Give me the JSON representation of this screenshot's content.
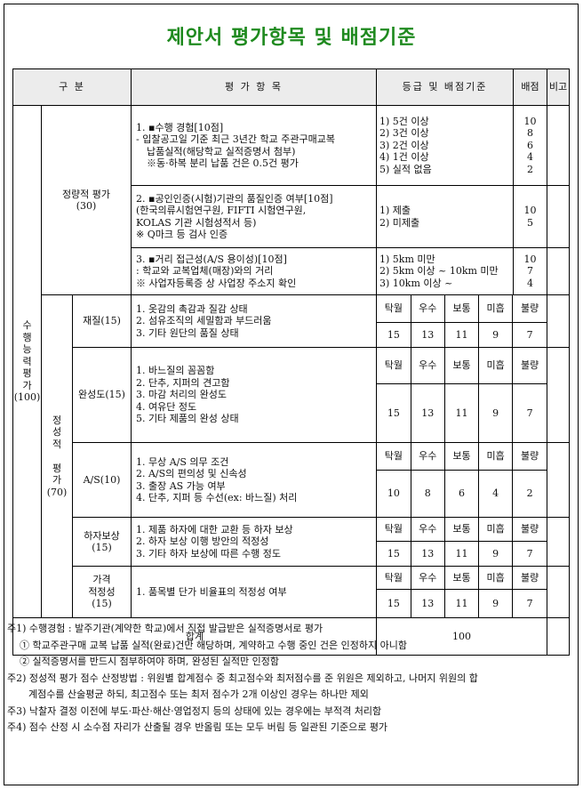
{
  "title": "제안서 평가항목 및 배점기준",
  "header": {
    "category": "구 분",
    "items": "평 가 항 목",
    "criteria": "등급 및 배점기준",
    "score": "배점",
    "remark": "비고"
  },
  "groups": {
    "capability": {
      "text": [
        "수",
        "행",
        "능",
        "력",
        "평",
        "가"
      ],
      "points": "(100)"
    },
    "quantitative": {
      "label": "정량적 평가",
      "points": "(30)"
    },
    "qualitative": {
      "text": [
        "정",
        "성",
        "적",
        "",
        "평",
        "가"
      ],
      "points": "(70)"
    }
  },
  "quant_rows": [
    {
      "items": [
        "1. ▪수행 경험[10점]",
        "- 입찰공고일 기준 최근 3년간 학교 주관구매교복",
        "납품실적(해당학교 실적증명서 첨부)",
        "※동·하복 분리 납품 건은 0.5건 평가"
      ],
      "grades": [
        "1) 5건 이상",
        "2) 3건 이상",
        "3) 2건 이상",
        "4) 1건 이상",
        "5) 실적 없음"
      ],
      "scores": [
        "10",
        "8",
        "6",
        "4",
        "2"
      ]
    },
    {
      "items": [
        "2. ▪공인인증(시험)기관의 품질인증 여부[10점]",
        "(한국의류시험연구원, FIFTI 시험연구원,",
        "KOLAS 기관 시험성적서 등)",
        "※ Q마크 등 검사 인증"
      ],
      "grades": [
        "1) 제출",
        "2) 미제출"
      ],
      "scores": [
        "10",
        "5"
      ]
    },
    {
      "items": [
        "3. ▪거리 접근성(A/S 용이성)[10점]",
        ": 학교와 교복업체(매장)와의 거리",
        "※ 사업자등록증 상 사업장 주소지 확인"
      ],
      "grades": [
        "1) 5km 미만",
        "2) 5km 이상 ~ 10km 미만",
        "3) 10km 이상 ~"
      ],
      "scores": [
        "10",
        "7",
        "4"
      ]
    }
  ],
  "grade_labels": [
    "탁월",
    "우수",
    "보통",
    "미흡",
    "불량"
  ],
  "qual_rows": [
    {
      "name": "재질(15)",
      "items": [
        "1. 옷감의 촉감과 질감 상태",
        "2. 섬유조직의 세밀함과 부드러움",
        "3. 기타 원단의 품질 상태"
      ],
      "values": [
        "15",
        "13",
        "11",
        "9",
        "7"
      ]
    },
    {
      "name": "완성도(15)",
      "items": [
        "1. 바느질의 꼼꼼함",
        "2. 단추, 지퍼의 견고함",
        "3. 마감 처리의 완성도",
        "4. 여유단 정도",
        "5. 기타 제품의 완성 상태"
      ],
      "values": [
        "15",
        "13",
        "11",
        "9",
        "7"
      ]
    },
    {
      "name": "A/S(10)",
      "items": [
        "1. 무상 A/S 의무 조건",
        "2. A/S의 편의성 및 신속성",
        "3. 출장 AS 가능 여부",
        "4. 단추, 지퍼 등 수선(ex: 바느질) 처리"
      ],
      "values": [
        "10",
        "8",
        "6",
        "4",
        "2"
      ]
    },
    {
      "name": "하자보상\n(15)",
      "items": [
        "1. 제품 하자에 대한 교환 등 하자 보상",
        "2. 하자 보상 이행 방안의 적정성",
        "3. 기타 하자 보상에 따른 수행 정도"
      ],
      "values": [
        "15",
        "13",
        "11",
        "9",
        "7"
      ]
    },
    {
      "name": "가격\n적정성\n(15)",
      "items": [
        "1. 품목별 단가 비율표의 적정성 여부"
      ],
      "values": [
        "15",
        "13",
        "11",
        "9",
        "7"
      ]
    }
  ],
  "total": {
    "label": "합계",
    "value": "100"
  },
  "notes": [
    {
      "cls": "",
      "text": "주1) 수행경험 : 발주기관(계약한 학교)에서 직접 발급받은 실적증명서로 평가"
    },
    {
      "cls": "i1",
      "text": "① 학교주관구매 교복 납품 실적(완료)건만 해당하며, 계약하고 수행 중인 건은 인정하지 아니함"
    },
    {
      "cls": "i1",
      "text": "② 실적증명서를 반드시 첨부하여야 하며, 완성된 실적만 인정함"
    },
    {
      "cls": "",
      "text": "주2) 정성적 평가 점수 산정방법 : 위원별 합계점수 중 최고점수와 최저점수를 준 위원은 제외하고, 나머지 위원의 합"
    },
    {
      "cls": "i2",
      "text": "계점수를 산술평균 하되, 최고점수 또는 최저 점수가 2개 이상인 경우는 하나만 제외"
    },
    {
      "cls": "",
      "text": "주3) 낙찰자 결정 이전에 부도·파산·해산·영업정지 등의 상태에 있는 경우에는 부적격 처리함"
    },
    {
      "cls": "",
      "text": "주4) 점수 산정 시 소수점 자리가 산출될 경우 반올림 또는 모두 버림 등 일관된 기준으로 평가"
    }
  ]
}
